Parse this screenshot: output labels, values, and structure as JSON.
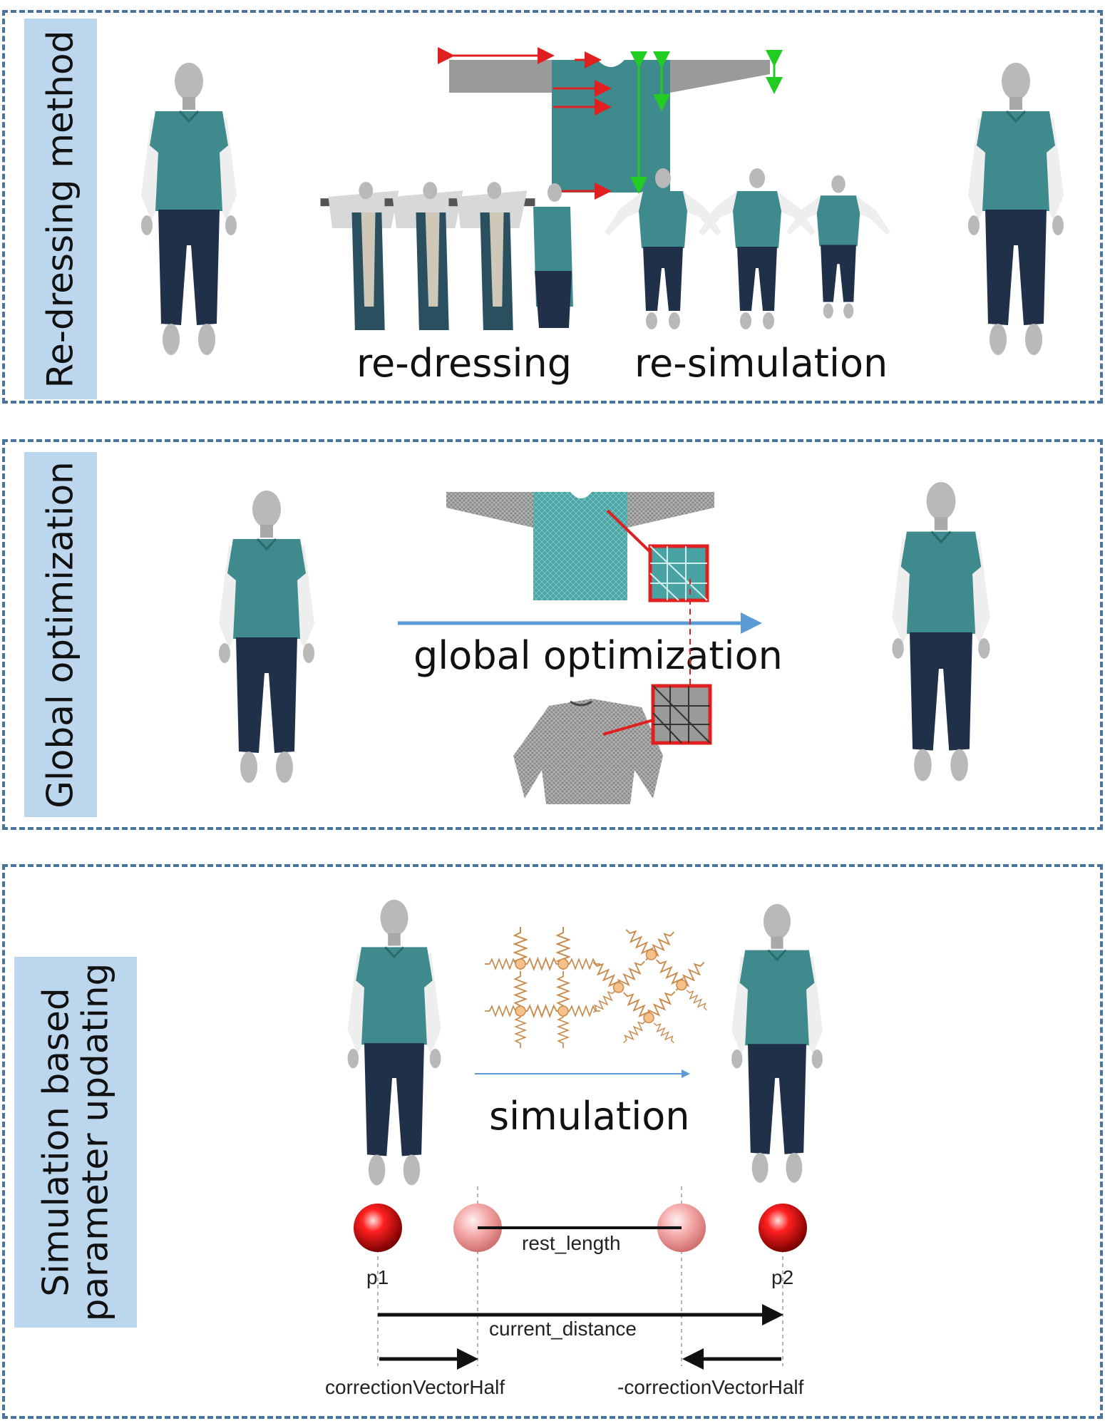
{
  "panels": {
    "redressing": {
      "side_label": "Re-dressing method",
      "caption_left": "re-dressing",
      "caption_right": "re-simulation"
    },
    "global": {
      "side_label": "Global optimization",
      "caption": "global optimization"
    },
    "simulation": {
      "side_label_line1": "Simulation based",
      "side_label_line2": "parameter updating",
      "caption": "simulation",
      "labels": {
        "p1": "p1",
        "p2": "p2",
        "rest_length": "rest_length",
        "current_distance": "current_distance",
        "correction_left": "correctionVectorHalf",
        "correction_right": "-correctionVectorHalf"
      }
    }
  },
  "colors": {
    "panel_border": "#4a74a0",
    "label_bg": "#bcd6ee",
    "shirt": "#3f8a8c",
    "pants": "#1f3048",
    "sleeve": "#eeeeee",
    "skin": "#b9b9b9",
    "pattern_gray": "#9a9a9a",
    "arrow_red": "#e02020",
    "arrow_green": "#22cc22",
    "flow_blue": "#5b9bd5",
    "spring": "#c98a4b",
    "node": "#f6c08a",
    "particle_red": "#e01010"
  },
  "icons": [
    "human-figure-icon",
    "garment-pattern-icon",
    "spring-grid-icon",
    "particle-icon"
  ]
}
